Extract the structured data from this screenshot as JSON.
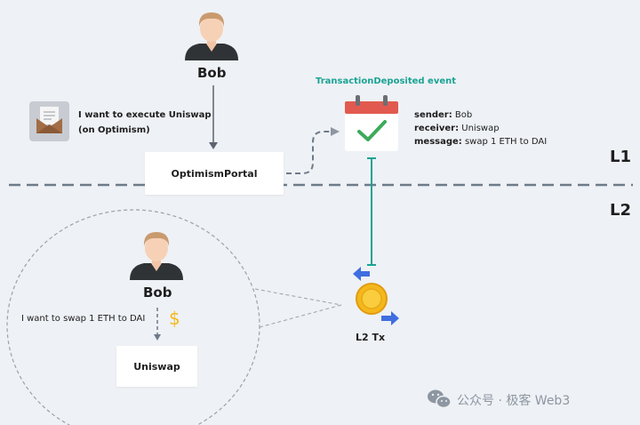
{
  "top_user": {
    "name": "Bob"
  },
  "intent": {
    "line1": "I want to execute Uniswap",
    "line2": "(on Optimism)"
  },
  "portal": {
    "label": "OptimismPortal"
  },
  "event": {
    "title": "TransactionDeposited event",
    "sender_key": "sender:",
    "sender_val": " Bob",
    "receiver_key": "receiver:",
    "receiver_val": " Uniswap",
    "message_key": "message:",
    "message_val": " swap 1 ETH to DAI"
  },
  "layers": {
    "l1": "L1",
    "l2": "L2"
  },
  "l2": {
    "user_name": "Bob",
    "swap_text": "I want to swap 1 ETH to DAI",
    "dollar": "$",
    "uniswap_label": "Uniswap",
    "tx_label": "L2 Tx"
  },
  "watermark": {
    "text": "公众号 · 极客 Web3"
  },
  "colors": {
    "teal": "#1aa394",
    "arrow_blue": "#3f6ee0",
    "coin": "#f4b81c",
    "calendar_red": "#e25a4f",
    "check_green": "#3daa5a"
  },
  "icons": [
    "user-avatar-icon",
    "envelope-icon",
    "calendar-check-icon",
    "coin-icon",
    "dollar-icon",
    "wechat-icon"
  ]
}
